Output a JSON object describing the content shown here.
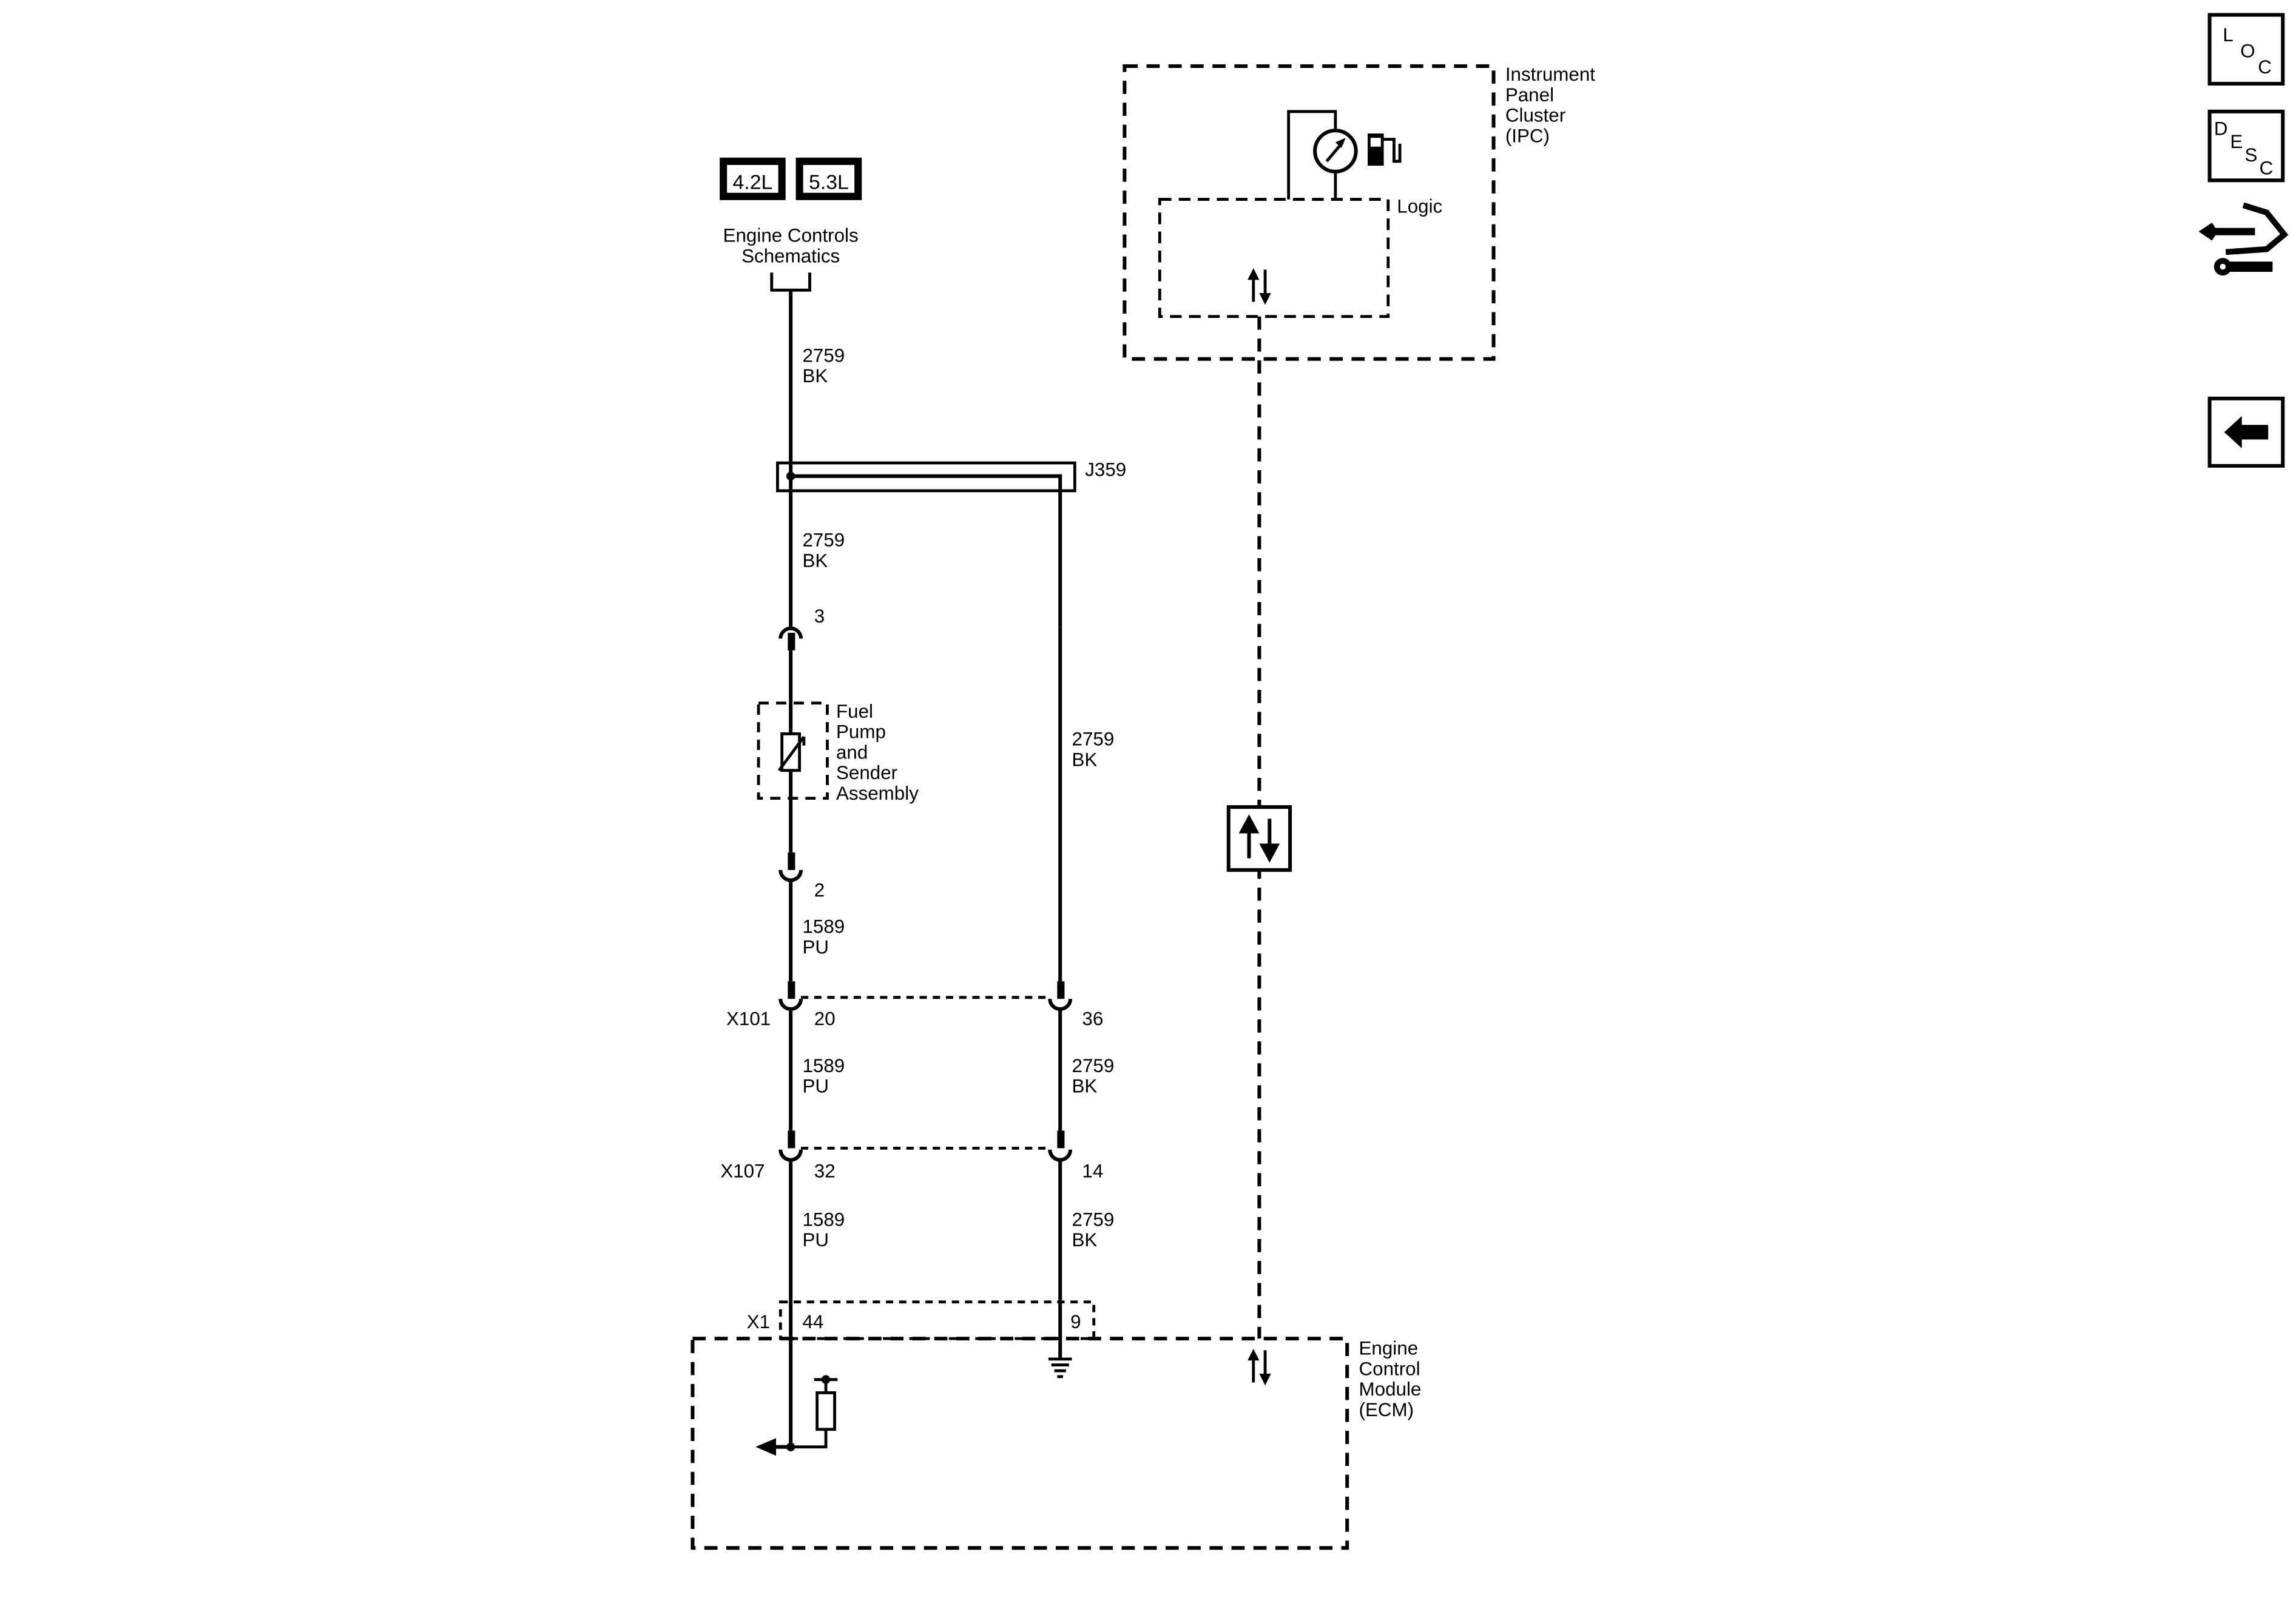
{
  "engine_badges": [
    "4.2L",
    "5.3L"
  ],
  "engine_controls": {
    "line1": "Engine Controls",
    "line2": "Schematics"
  },
  "ipc": {
    "lines": [
      "Instrument",
      "Panel",
      "Cluster",
      "(IPC)"
    ],
    "logic": "Logic"
  },
  "ecm": {
    "lines": [
      "Engine",
      "Control",
      "Module",
      "(ECM)"
    ]
  },
  "splice": "J359",
  "fuel_pump": {
    "lines": [
      "Fuel",
      "Pump",
      "and",
      "Sender",
      "Assembly"
    ]
  },
  "wires": {
    "w1": [
      "2759",
      "BK"
    ],
    "w2": [
      "2759",
      "BK"
    ],
    "w3": [
      "2759",
      "BK"
    ],
    "w4": [
      "1589",
      "PU"
    ],
    "w5": [
      "1589",
      "PU"
    ],
    "w6": [
      "2759",
      "BK"
    ],
    "w7": [
      "1589",
      "PU"
    ],
    "w8": [
      "2759",
      "BK"
    ]
  },
  "connectors": {
    "x101": "X101",
    "x107": "X107",
    "x1": "X1",
    "pin_3": "3",
    "pin_2": "2",
    "pin_20": "20",
    "pin_36": "36",
    "pin_32": "32",
    "pin_14": "14",
    "pin_44": "44",
    "pin_9": "9"
  },
  "nav": {
    "loc": [
      "L",
      "O",
      "C"
    ],
    "desc": [
      "D",
      "E",
      "S",
      "C"
    ],
    "connector_icon": "connector-wrench-icon",
    "back_icon": "back-arrow-icon"
  }
}
